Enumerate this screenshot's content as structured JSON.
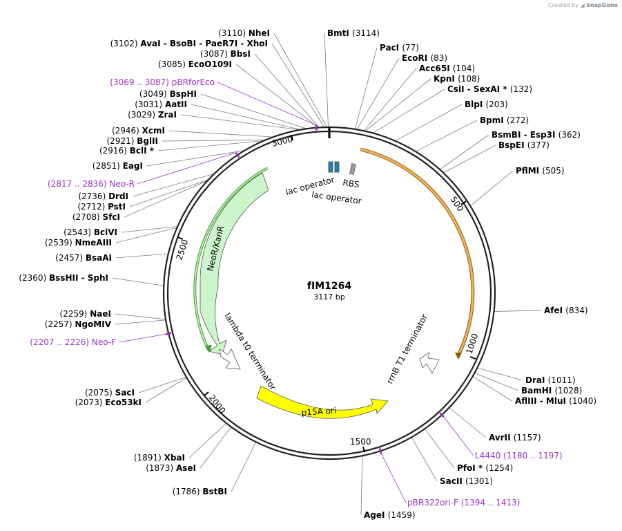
{
  "credit": {
    "prefix": "Created by",
    "brand": "SnapGene"
  },
  "plasmid": {
    "name": "fIM1264",
    "length": 3117,
    "length_label": "3117 bp"
  },
  "ticks": [
    "500",
    "1000",
    "1500",
    "2000",
    "2500",
    "3000"
  ],
  "features": [
    {
      "name": "NeoR/KanR",
      "kind": "cds",
      "fill": "#ccf5cc",
      "stroke": "#3f9e33"
    },
    {
      "name": "lambda t0 terminator",
      "kind": "terminator"
    },
    {
      "name": "p15A ori",
      "kind": "ori",
      "fill": "#ffff00"
    },
    {
      "name": "rrnB T1 terminator",
      "kind": "terminator"
    },
    {
      "name": "lac operator",
      "kind": "protein_bind",
      "fill": "#2e7f9e"
    },
    {
      "name": "lac operator",
      "kind": "protein_bind",
      "fill": "#2e7f9e"
    },
    {
      "name": "RBS",
      "kind": "rbs",
      "fill": "#999999"
    }
  ],
  "orf_color": "#e8a33a",
  "sites": [
    {
      "pos": "(3110)",
      "name": "NheI"
    },
    {
      "pos": "(3114)",
      "name": "BmtI"
    },
    {
      "pos": "(3102)",
      "name": "AvaI  -  BsoBI  -  PaeR7I  -  XhoI"
    },
    {
      "pos": "(3087)",
      "name": "BbsI"
    },
    {
      "pos": "(3085)",
      "name": "EcoO109I"
    },
    {
      "pos": "(3049)",
      "name": "BspHI"
    },
    {
      "pos": "(3031)",
      "name": "AatII"
    },
    {
      "pos": "(3029)",
      "name": "ZraI"
    },
    {
      "pos": "(2946)",
      "name": "XcmI"
    },
    {
      "pos": "(2921)",
      "name": "BglII"
    },
    {
      "pos": "(2916)",
      "name": "BclI *"
    },
    {
      "pos": "(2851)",
      "name": "EagI"
    },
    {
      "pos": "(2736)",
      "name": "DrdI"
    },
    {
      "pos": "(2712)",
      "name": "PstI"
    },
    {
      "pos": "(2708)",
      "name": "SfcI"
    },
    {
      "pos": "(2543)",
      "name": "BciVI"
    },
    {
      "pos": "(2539)",
      "name": "NmeAIII"
    },
    {
      "pos": "(2457)",
      "name": "BsaAI"
    },
    {
      "pos": "(2360)",
      "name": "BssHII  -  SphI"
    },
    {
      "pos": "(2259)",
      "name": "NaeI"
    },
    {
      "pos": "(2257)",
      "name": "NgoMIV"
    },
    {
      "pos": "(2075)",
      "name": "SacI"
    },
    {
      "pos": "(2073)",
      "name": "Eco53kI"
    },
    {
      "pos": "(1891)",
      "name": "XbaI"
    },
    {
      "pos": "(1873)",
      "name": "AseI"
    },
    {
      "pos": "(1786)",
      "name": "BstBI"
    },
    {
      "pos": "(1459)",
      "name": "AgeI"
    },
    {
      "pos": "(1301)",
      "name": "SacII"
    },
    {
      "pos": "(1254)",
      "name": "PfoI *"
    },
    {
      "pos": "(1157)",
      "name": "AvrII"
    },
    {
      "pos": "(1040)",
      "name": "AflIII  -  MluI"
    },
    {
      "pos": "(1028)",
      "name": "BamHI"
    },
    {
      "pos": "(1011)",
      "name": "DraI"
    },
    {
      "pos": "(834)",
      "name": "AfeI"
    },
    {
      "pos": "(505)",
      "name": "PflMI"
    },
    {
      "pos": "(377)",
      "name": "BspEI"
    },
    {
      "pos": "(362)",
      "name": "BsmBI  -  Esp3I"
    },
    {
      "pos": "(272)",
      "name": "BpmI"
    },
    {
      "pos": "(203)",
      "name": "BlpI"
    },
    {
      "pos": "(132)",
      "name": "CsiI  -  SexAI *"
    },
    {
      "pos": "(108)",
      "name": "KpnI"
    },
    {
      "pos": "(104)",
      "name": "Acc65I"
    },
    {
      "pos": "(83)",
      "name": "EcoRI"
    },
    {
      "pos": "(77)",
      "name": "PacI"
    }
  ],
  "primers": [
    {
      "label": "(3069 .. 3087)  pBRforEco"
    },
    {
      "label": "(2817 .. 2836)  Neo-R"
    },
    {
      "label": "(2207 .. 2226)  Neo-F"
    },
    {
      "label": "L4440    (1180 .. 1197)"
    },
    {
      "label": "pBR322ori-F    (1394 .. 1413)"
    }
  ]
}
